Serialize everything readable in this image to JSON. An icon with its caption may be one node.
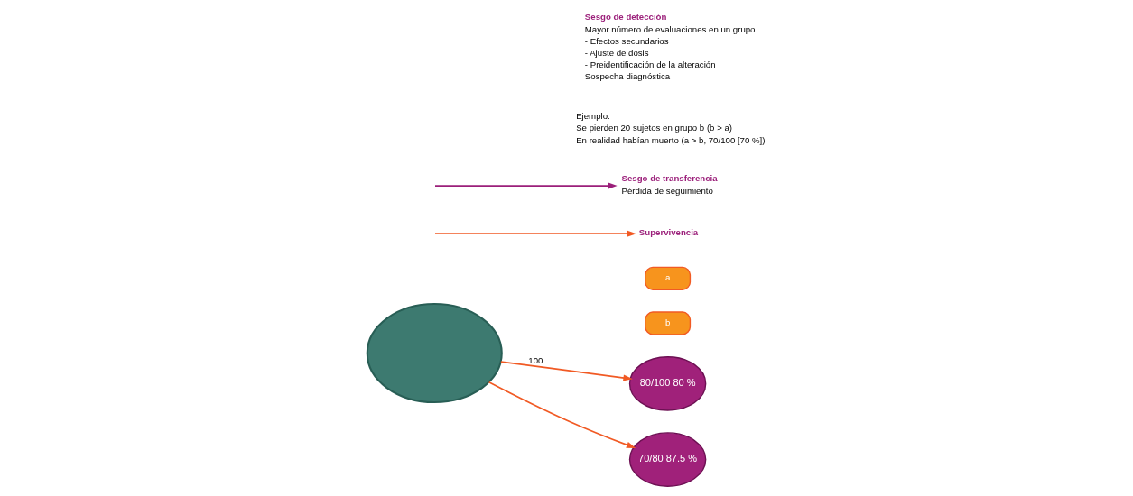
{
  "diagram": {
    "nodes": [
      {
        "text": [],
        "shape": "circle"
      },
      {
        "text": [
          "a"
        ]
      },
      {
        "text": [
          "b"
        ]
      },
      {
        "text": [
          "80/100 80 %"
        ]
      },
      {
        "text": [
          "70/80 87.5 %"
        ]
      },
      {
        "text": [
          "Supervivencia"
        ]
      },
      {
        "text": [
          "Sesgo de transferencia",
          "Pérdida de seguimiento"
        ]
      }
    ],
    "edges": [
      {
        "from": null,
        "to": 5,
        "arrow": "to"
      },
      {
        "from": 0,
        "to": 3,
        "arrow": "to",
        "label": "100"
      },
      {
        "from": 0,
        "to": 4,
        "arrow": "to"
      },
      {
        "from": null,
        "to": 6,
        "arrow": "to",
        "color": "#9b1f7a"
      }
    ],
    "labels": [
      "Ejemplo:",
      "Se pierden 20 sujetos en grupo b (b > a)",
      "En realidad habían muerto (a > b, 70/100 [70 %])",
      "Sesgo de detección",
      "Mayor número de evaluaciones en un grupo",
      "- Efectos secundarios",
      "- Ajuste de dosis",
      "- Preidentificación de la alteración",
      "Sospecha diagnóstica"
    ]
  }
}
